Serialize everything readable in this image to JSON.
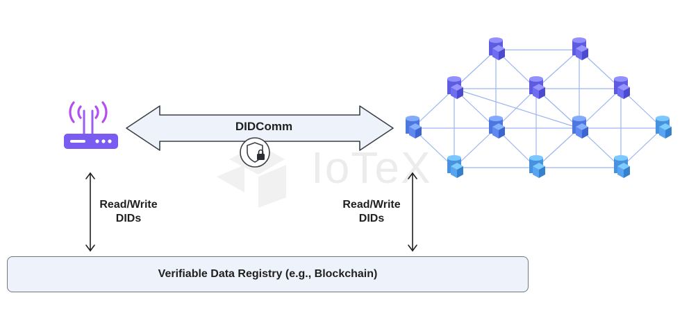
{
  "labels": {
    "didcomm": "DIDComm",
    "left_rw": "Read/Write\nDIDs",
    "right_rw": "Read/Write\nDIDs",
    "registry": "Verifiable Data Registry (e.g., Blockchain)",
    "watermark": "IoTeX"
  },
  "colors": {
    "router": "#7b5cf0",
    "router_waves": "#b44cf0",
    "node_dark": "#6f6df2",
    "node_light": "#58a4f0",
    "edge": "#9bb4f2",
    "arrow_fill": "#eef3fb",
    "arrow_stroke": "#3a3f45",
    "registry_fill": "#eef3fb"
  },
  "icons": {
    "device": "wifi-router-icon",
    "secure": "shield-lock-icon",
    "network": "blockchain-node-icon"
  }
}
